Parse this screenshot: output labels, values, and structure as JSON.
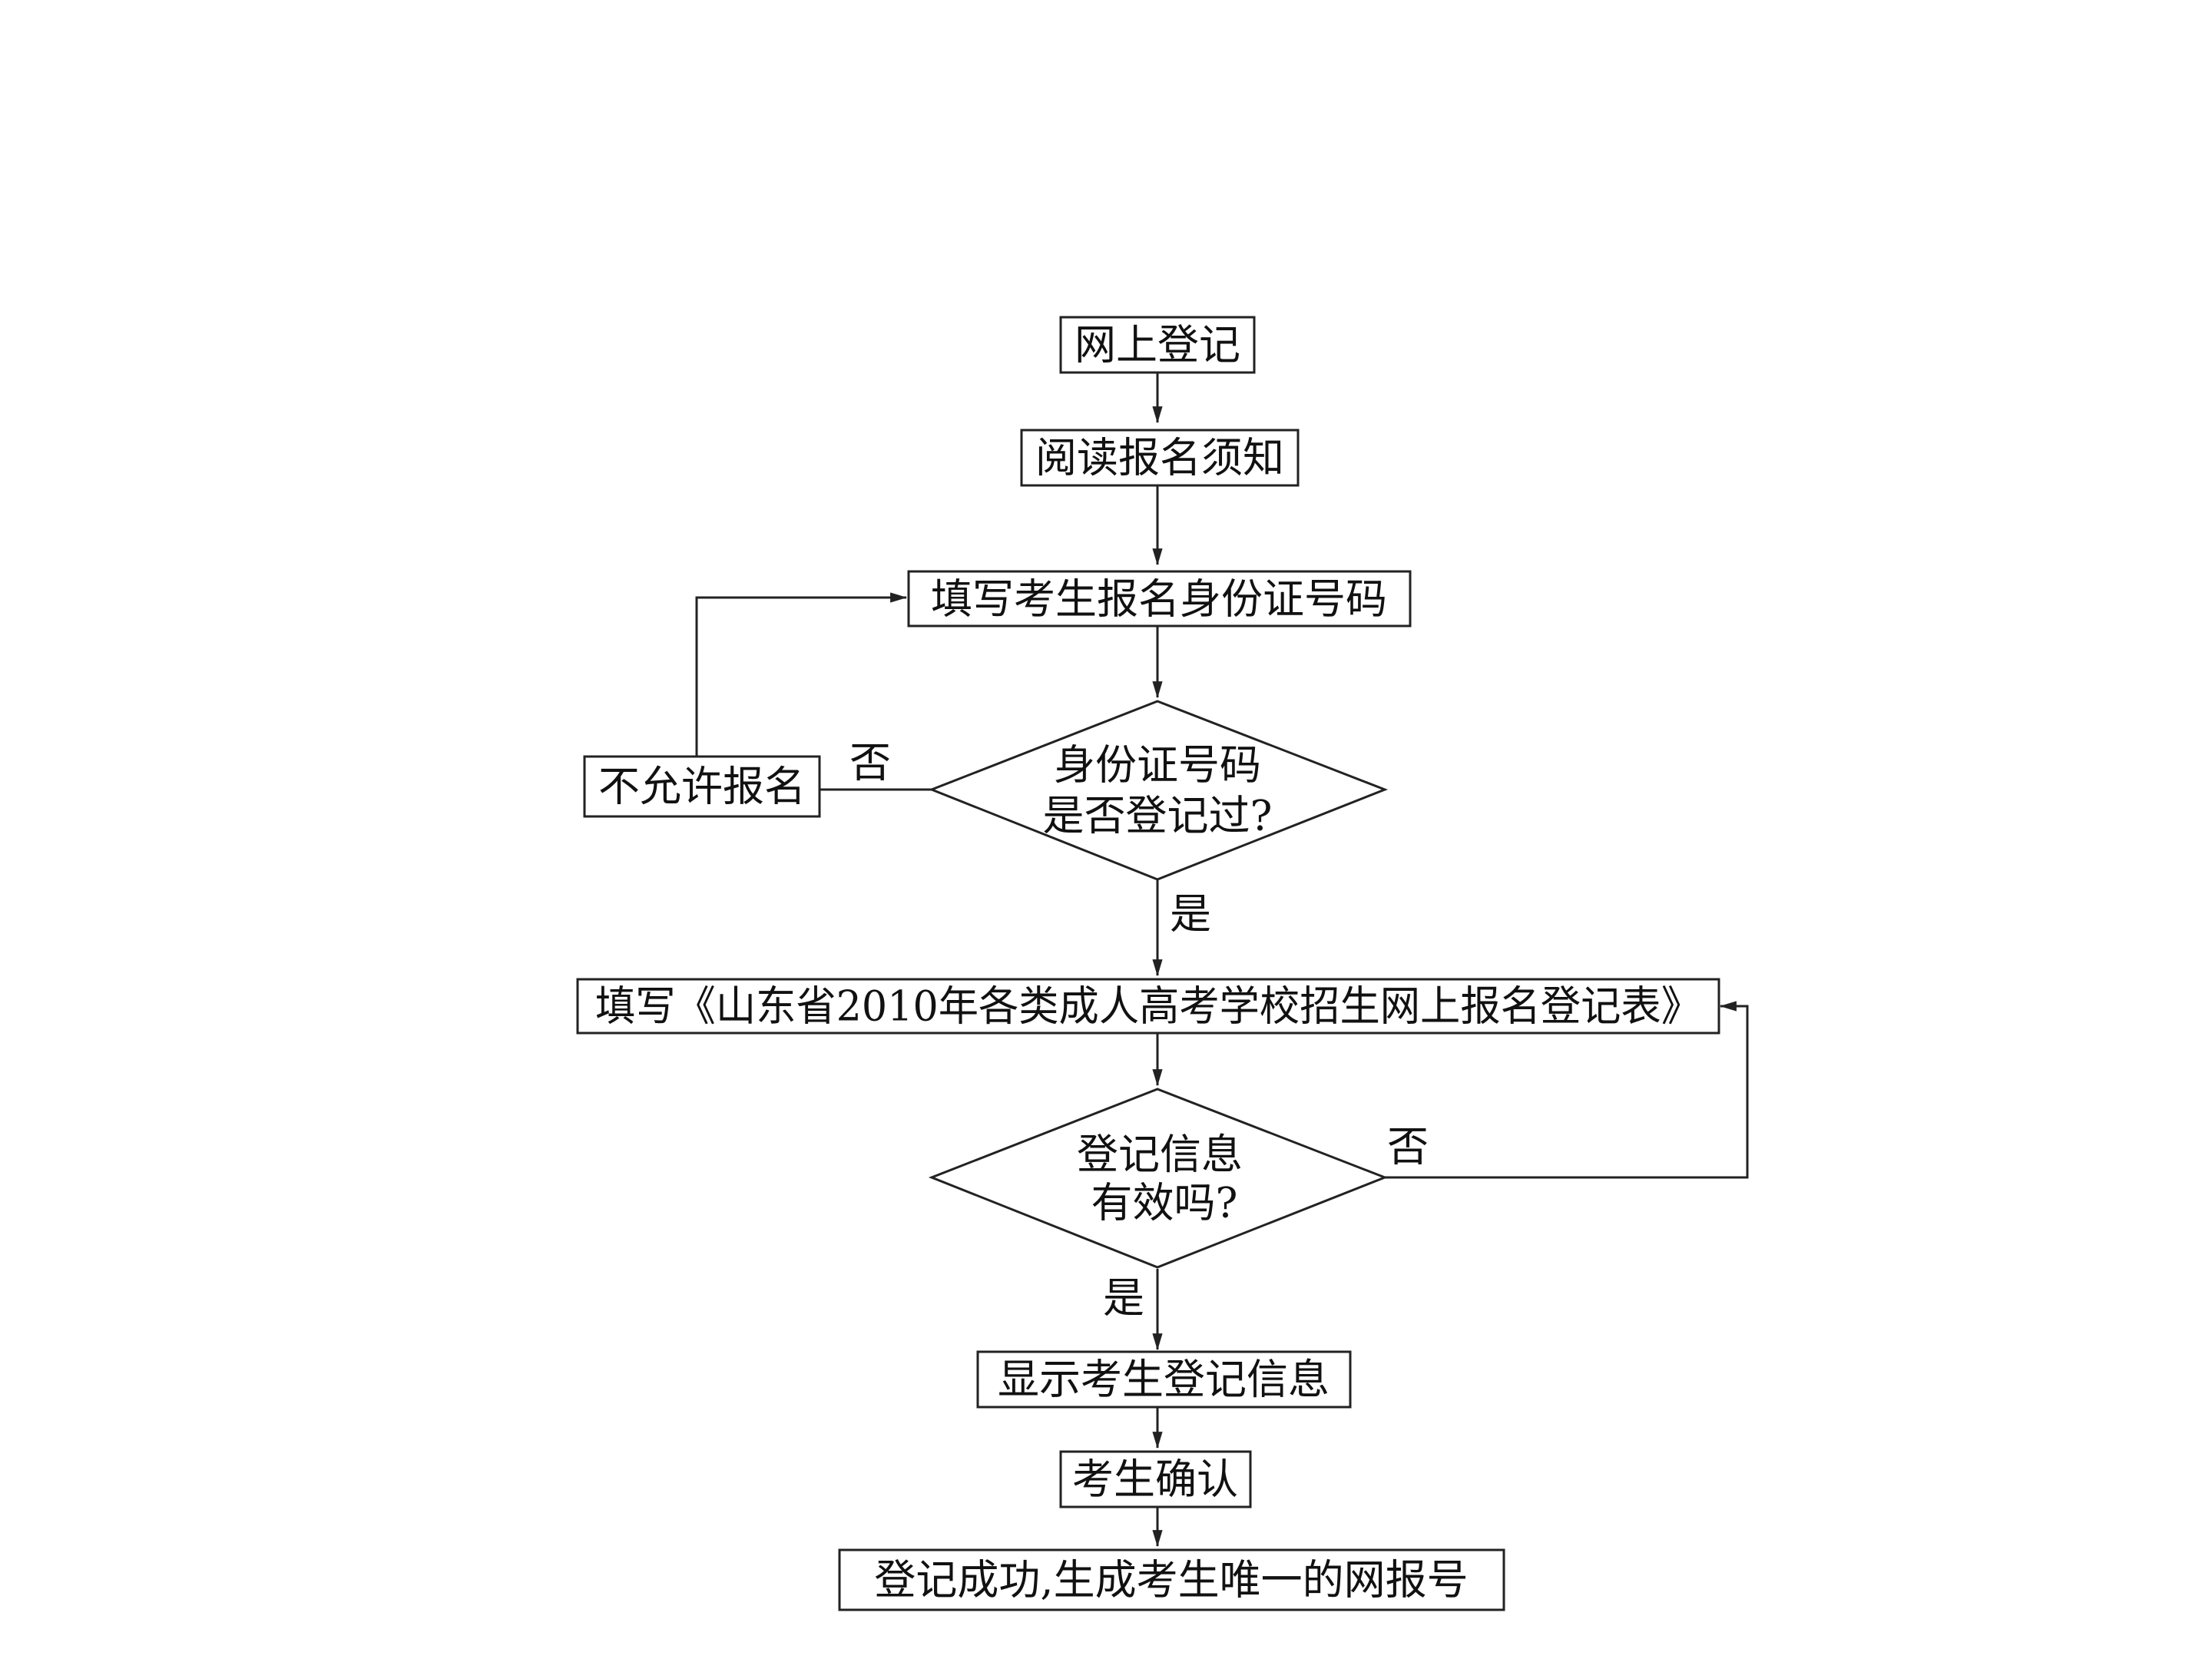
{
  "flowchart": {
    "nodes": {
      "online_register": "网上登记",
      "read_notice": "阅读报名须知",
      "fill_id": "填写考生报名身份证号码",
      "check_registered": [
        "身份证号码",
        "是否登记过?"
      ],
      "not_allowed": "不允许报名",
      "fill_form": "填写《山东省2010年各类成人高考学校招生网上报名登记表》",
      "check_valid": [
        "登记信息",
        "有效吗?"
      ],
      "show_info": "显示考生登记信息",
      "confirm": "考生确认",
      "success": "登记成功,生成考生唯一的网报号"
    },
    "labels": {
      "no1": "否",
      "yes1": "是",
      "no2": "否",
      "yes2": "是"
    }
  }
}
